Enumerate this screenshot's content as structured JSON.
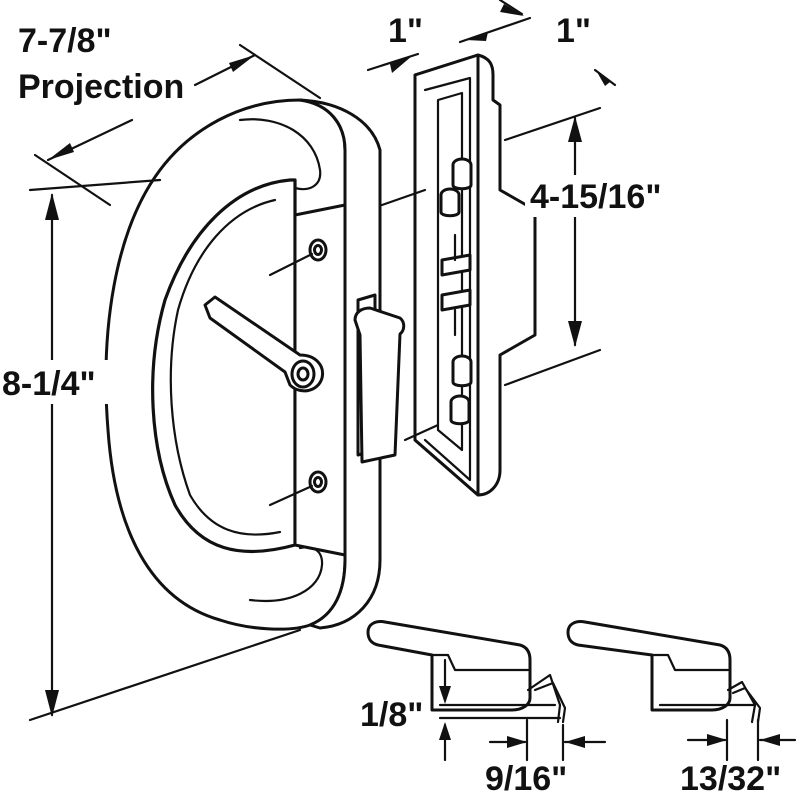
{
  "dimensions": {
    "projection_value": "7-7/8\"",
    "projection_word": "Projection",
    "height": "8-1/4\"",
    "mount_width_a": "1\"",
    "mount_width_b": "1\"",
    "hole_spacing": "4-15/16\"",
    "latch_a_offset": "1/8\"",
    "latch_a_hook": "9/16\"",
    "latch_b_hook": "13/32\""
  }
}
